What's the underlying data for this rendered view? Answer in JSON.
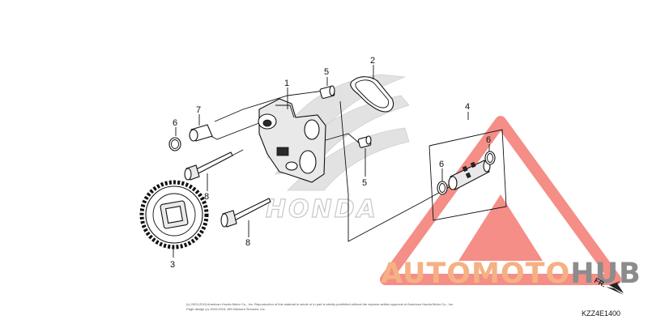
{
  "diagram": {
    "callouts": [
      {
        "id": "c1",
        "label": "1"
      },
      {
        "id": "c2",
        "label": "2"
      },
      {
        "id": "c3",
        "label": "3"
      },
      {
        "id": "c4",
        "label": "4"
      },
      {
        "id": "c5a",
        "label": "5"
      },
      {
        "id": "c5b",
        "label": "5"
      },
      {
        "id": "c6a",
        "label": "6"
      },
      {
        "id": "c6b",
        "label": "6"
      },
      {
        "id": "c6c",
        "label": "6"
      },
      {
        "id": "c7",
        "label": "7"
      },
      {
        "id": "c8a",
        "label": "8"
      },
      {
        "id": "c8b",
        "label": "8"
      }
    ],
    "diagram_code": "KZZ4E1400",
    "direction_label": "FR.",
    "copyright_line1": "(c) 2003-2015 American Honda Motor Co., Inc. Reproduction of this material in whole or in part is strictly prohibited without the express written approval of American Honda Motor Co., Inc.",
    "copyright_line2": "Page design (c) 2004-2015, ARI Network Services, Inc."
  },
  "watermark": {
    "brand_part1": "AUTOMOTO",
    "brand_part2": "HUB",
    "color_orange": "#f5b183",
    "color_gray": "#8c8c8c",
    "triangle_color": "#f27a72"
  },
  "background_logo": {
    "text": "HONDA",
    "color": "#d9d9d9"
  }
}
